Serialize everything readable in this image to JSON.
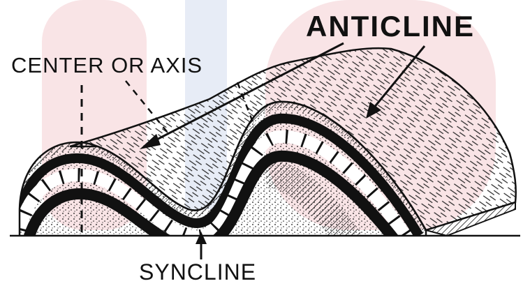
{
  "labels": {
    "anticline": "ANTICLINE",
    "center_or_axis": "CENTER OR AXIS",
    "syncline": "SYNCLINE"
  },
  "colors": {
    "ink": "#111111",
    "paper": "#ffffff",
    "watermark_red": "#f6d9dc",
    "watermark_blue": "#dde5f3"
  }
}
